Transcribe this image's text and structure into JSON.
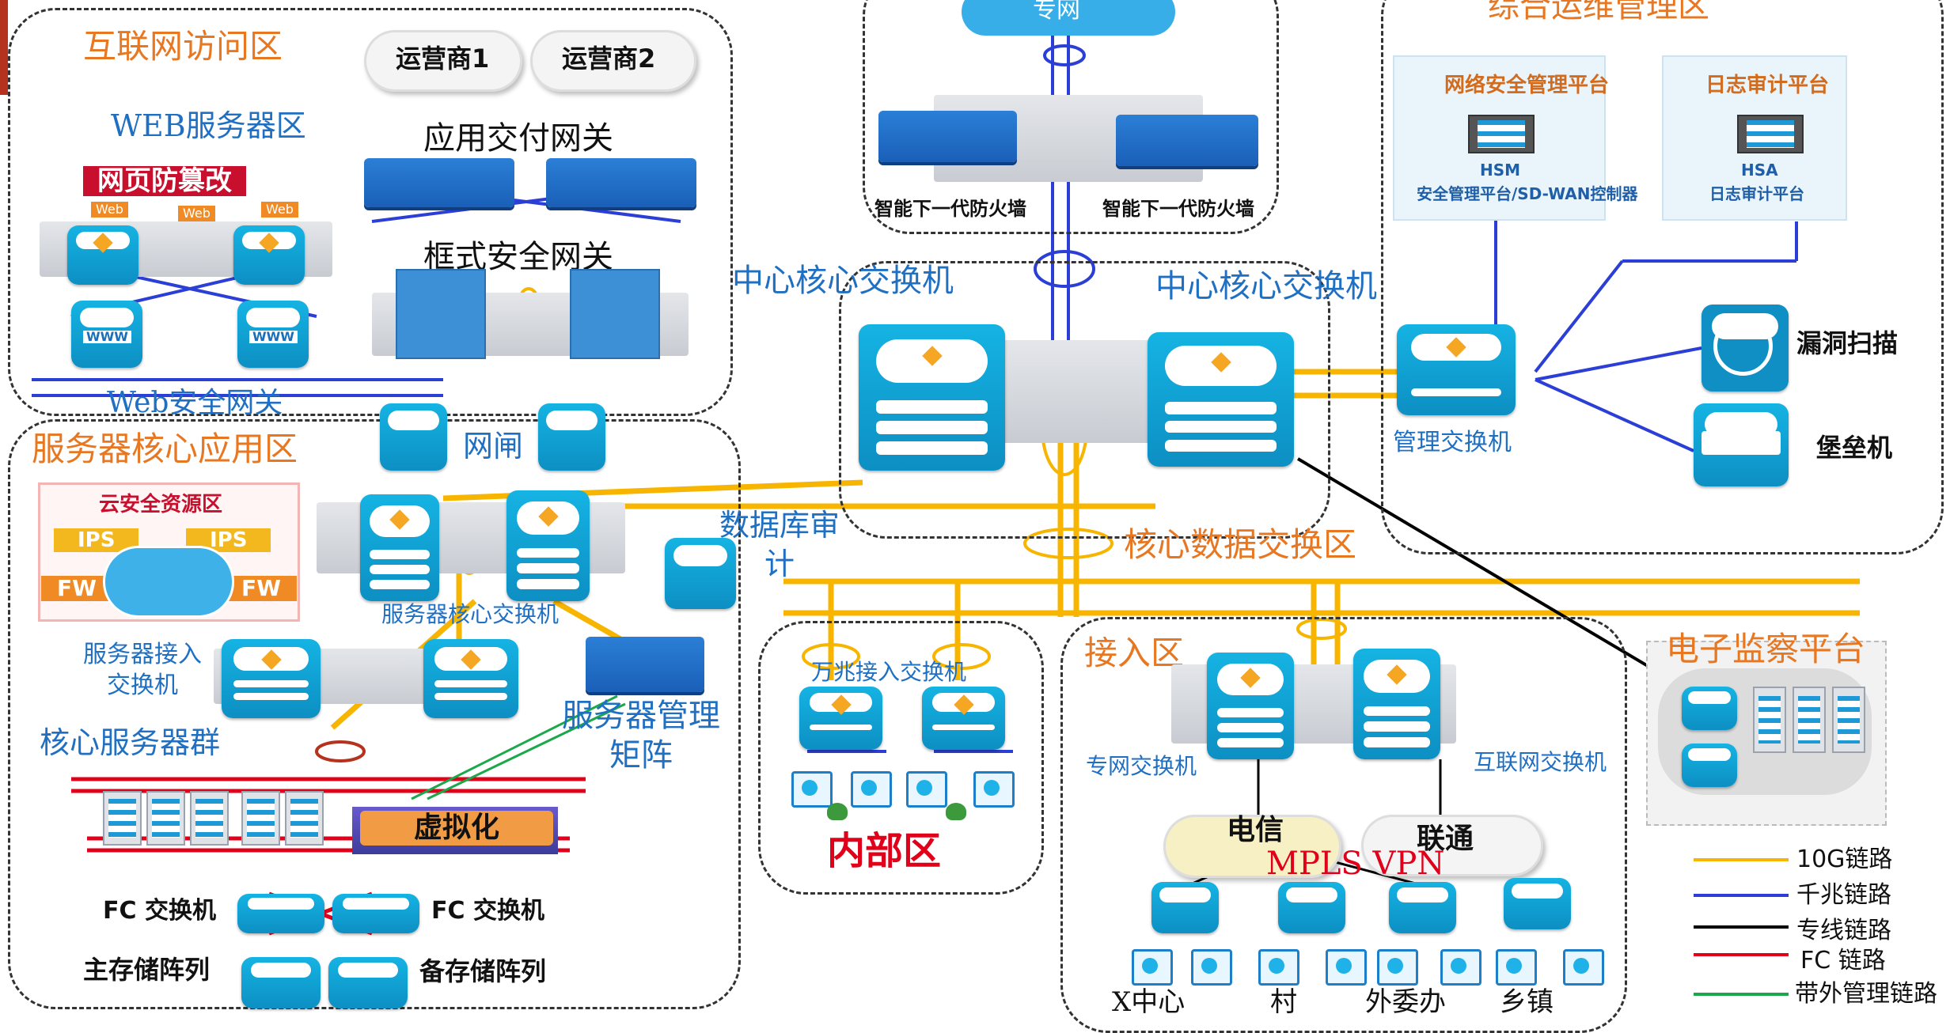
{
  "zones": {
    "internet_access": "互联网访问区",
    "web_server": "WEB服务器区",
    "server_core_app": "服务器核心应用区",
    "core_data_exchange": "核心数据交换区",
    "access": "接入区",
    "internal": "内部区",
    "ops_mgmt": "综合运维管理区",
    "e_supervision": "电子监察平台"
  },
  "labels": {
    "isp1": "运营商1",
    "isp2": "运营商2",
    "private_net": "专网",
    "app_delivery_gw": "应用交付网关",
    "chassis_sec_gw": "框式安全网关",
    "web_tamper": "网页防篡改",
    "web_tag": "Web",
    "www": "WWW",
    "web_sec_gw": "Web安全网关",
    "gap": "网闸",
    "ngfw_left": "智能下一代防火墙",
    "ngfw_right": "智能下一代防火墙",
    "center_core_left": "中心核心交换机",
    "center_core_right": "中心核心交换机",
    "cloud_sec_pool": "云安全资源区",
    "ips": "IPS",
    "fw": "FW",
    "server_core_switch": "服务器核心交换机",
    "db_audit": "数据库审计",
    "server_access_switch": "服务器接入交换机",
    "server_mgmt_matrix": "服务器管理矩阵",
    "core_server_group": "核心服务器群",
    "virtualization": "虚拟化",
    "fc_switch_left": "FC 交换机",
    "fc_switch_right": "FC 交换机",
    "primary_storage": "主存储阵列",
    "backup_storage": "备存储阵列",
    "tengig_access": "万兆接入交换机",
    "private_net_switch": "专网交换机",
    "internet_switch": "互联网交换机",
    "telecom": "电信",
    "unicom": "联通",
    "mpls_vpn": "MPLS VPN",
    "site_x": "X中心",
    "site_village": "村",
    "site_office": "外委办",
    "site_town": "乡镇",
    "mgmt_switch": "管理交换机",
    "vuln_scan": "漏洞扫描",
    "bastion": "堡垒机",
    "net_sec_platform": "网络安全管理平台",
    "hsm": "HSM",
    "hsm_desc": "安全管理平台/SD-WAN控制器",
    "log_audit_platform": "日志审计平台",
    "hsa": "HSA",
    "hsa_desc": "日志审计平台"
  },
  "legend": [
    {
      "label": "10G链路",
      "color": "#f7b500"
    },
    {
      "label": "千兆链路",
      "color": "#2b3fd6"
    },
    {
      "label": "专线链路",
      "color": "#000000"
    },
    {
      "label": "FC 链路",
      "color": "#e0001a"
    },
    {
      "label": "带外管理链路",
      "color": "#1aa84b"
    }
  ]
}
